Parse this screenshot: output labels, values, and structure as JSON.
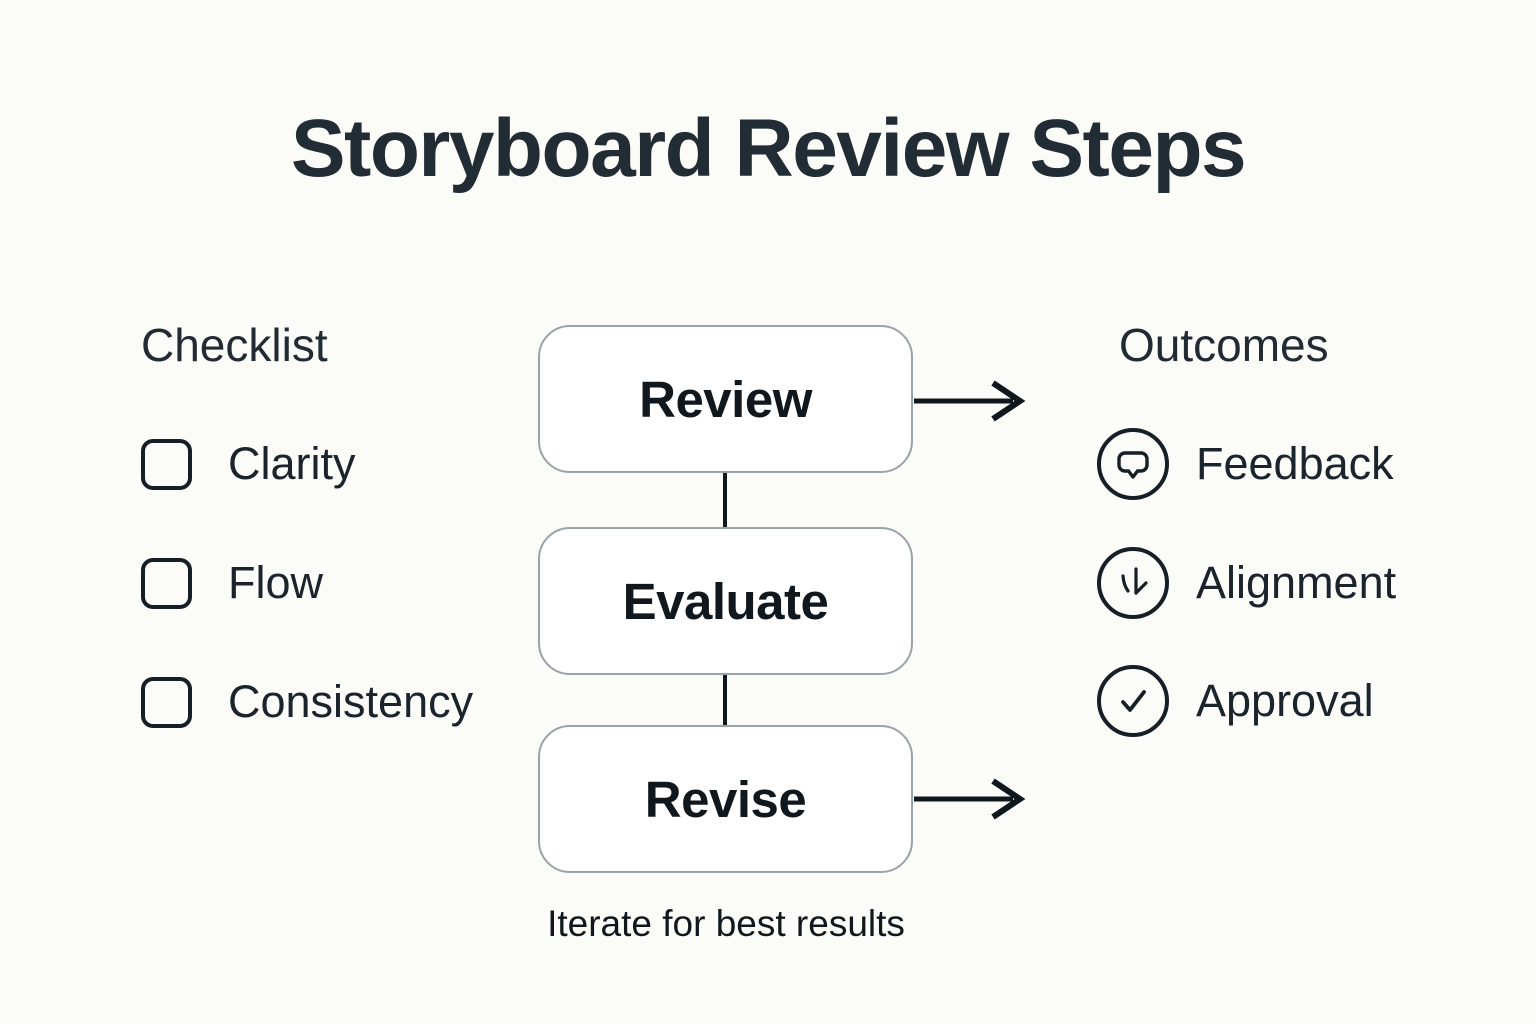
{
  "title": "Storyboard Review Steps",
  "checklist": {
    "heading": "Checklist",
    "items": [
      {
        "label": "Clarity",
        "checked": false
      },
      {
        "label": "Flow",
        "checked": false
      },
      {
        "label": "Consistency",
        "checked": false
      }
    ]
  },
  "flow": {
    "steps": [
      {
        "label": "Review"
      },
      {
        "label": "Evaluate"
      },
      {
        "label": "Revise"
      }
    ],
    "note": "Iterate for best results"
  },
  "outcomes": {
    "heading": "Outcomes",
    "items": [
      {
        "label": "Feedback",
        "icon": "speech-bubble-icon"
      },
      {
        "label": "Alignment",
        "icon": "merge-down-arrow-icon"
      },
      {
        "label": "Approval",
        "icon": "checkmark-icon"
      }
    ]
  },
  "colors": {
    "background": "#fbfbf7",
    "box_fill": "#ffffff",
    "box_border": "#9aa3a8",
    "ink": "#10181d",
    "heading_text": "#222b33"
  }
}
